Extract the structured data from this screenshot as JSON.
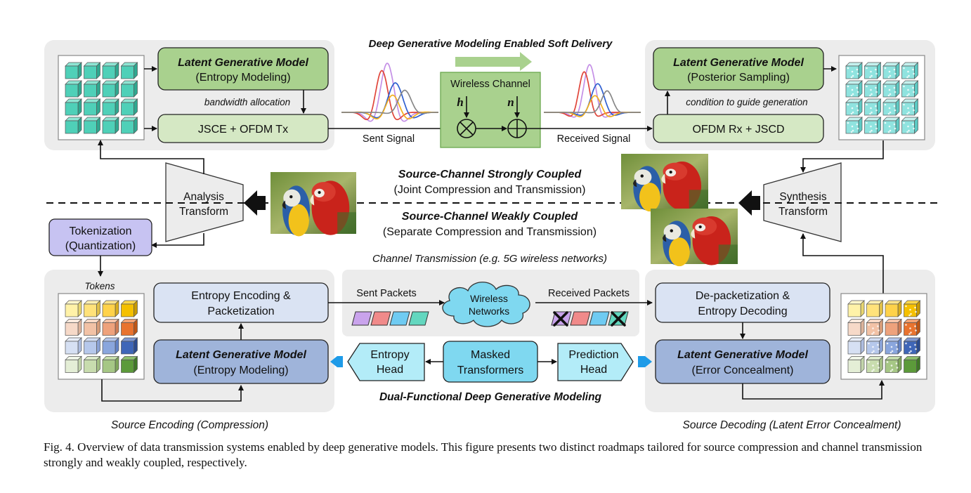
{
  "top": {
    "banner": "Deep Generative Modeling Enabled Soft Delivery",
    "enc_model_title": "Latent Generative Model",
    "enc_model_sub": "(Entropy Modeling)",
    "bandwidth": "bandwidth allocation",
    "jsce": "JSCE + OFDM Tx",
    "channel_title": "Wireless Channel",
    "h": "h",
    "n": "n",
    "sent_signal": "Sent Signal",
    "received_signal": "Received Signal",
    "dec_model_title": "Latent Generative Model",
    "dec_model_sub": "(Posterior Sampling)",
    "condition": "condition to guide generation",
    "ofdm_rx": "OFDM Rx + JSCD"
  },
  "middle": {
    "analysis_1": "Analysis",
    "analysis_2": "Transform",
    "synthesis_1": "Synthesis",
    "synthesis_2": "Transform",
    "strong_title": "Source-Channel Strongly Coupled",
    "strong_sub": "(Joint Compression and Transmission)",
    "weak_title": "Source-Channel Weakly Coupled",
    "weak_sub": "(Separate Compression and Transmission)",
    "tokenization_1": "Tokenization",
    "tokenization_2": "(Quantization)"
  },
  "bottom": {
    "tokens": "Tokens",
    "entropy_enc_1": "Entropy Encoding &",
    "entropy_enc_2": "Packetization",
    "enc_model_title": "Latent Generative Model",
    "enc_model_sub": "(Entropy Modeling)",
    "channel_tx": "Channel Transmission (e.g. 5G wireless networks)",
    "sent_packets": "Sent Packets",
    "received_packets": "Received Packets",
    "wireless_1": "Wireless",
    "wireless_2": "Networks",
    "entropy_head_1": "Entropy",
    "entropy_head_2": "Head",
    "masked_1": "Masked",
    "masked_2": "Transformers",
    "prediction_head_1": "Prediction",
    "prediction_head_2": "Head",
    "dual": "Dual-Functional Deep Generative Modeling",
    "depacket_1": "De-packetization &",
    "depacket_2": "Entropy Decoding",
    "dec_model_title": "Latent Generative Model",
    "dec_model_sub": "(Error Concealment)",
    "source_encoding": "Source Encoding (Compression)",
    "source_decoding": "Source Decoding (Latent Error Concealment)"
  },
  "caption": "Fig. 4.  Overview of data transmission systems enabled by deep generative models. This figure presents two distinct roadmaps tailored for source compression and channel transmission strongly and weakly coupled, respectively.",
  "colors": {
    "green_fill": "#a9d18e",
    "green_light": "#d5e8c4",
    "green_text": "#70ad47",
    "blue_fill": "#9fb4da",
    "blue_light": "#dae3f3",
    "cyan": "#7fd8f0",
    "blue_text": "#1e9be8",
    "purple": "#c7c3f2",
    "panel": "#ececec"
  }
}
